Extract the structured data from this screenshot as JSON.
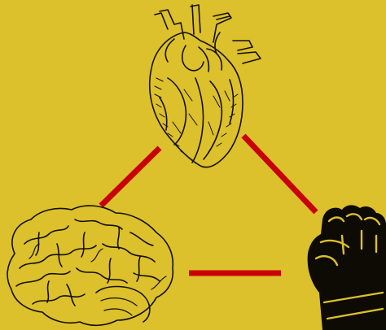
{
  "colors": {
    "background": "#dcc02c",
    "connector": "#c8000a",
    "ink": "#141000",
    "fist": "#0e0b04"
  },
  "icons": {
    "top": "anatomical-heart-icon",
    "bottom_left": "brain-icon",
    "bottom_right": "raised-fist-icon"
  },
  "connectors": [
    "heart-to-brain",
    "heart-to-fist",
    "brain-to-fist"
  ]
}
